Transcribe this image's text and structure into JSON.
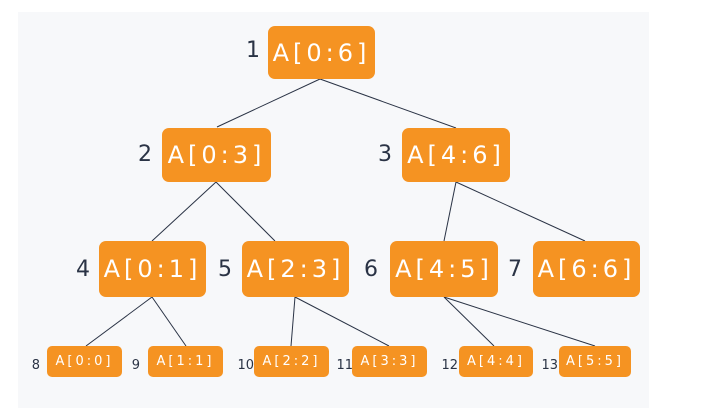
{
  "tree": {
    "nodes": [
      {
        "index": "1",
        "label": "A[0:6]"
      },
      {
        "index": "2",
        "label": "A[0:3]"
      },
      {
        "index": "3",
        "label": "A[4:6]"
      },
      {
        "index": "4",
        "label": "A[0:1]"
      },
      {
        "index": "5",
        "label": "A[2:3]"
      },
      {
        "index": "6",
        "label": "A[4:5]"
      },
      {
        "index": "7",
        "label": "A[6:6]"
      },
      {
        "index": "8",
        "label": "A[0:0]"
      },
      {
        "index": "9",
        "label": "A[1:1]"
      },
      {
        "index": "10",
        "label": "A[2:2]"
      },
      {
        "index": "11",
        "label": "A[3:3]"
      },
      {
        "index": "12",
        "label": "A[4:4]"
      },
      {
        "index": "13",
        "label": "A[5:5]"
      }
    ],
    "edges": [
      [
        "1",
        "2"
      ],
      [
        "1",
        "3"
      ],
      [
        "2",
        "4"
      ],
      [
        "2",
        "5"
      ],
      [
        "3",
        "6"
      ],
      [
        "3",
        "7"
      ],
      [
        "4",
        "8"
      ],
      [
        "4",
        "9"
      ],
      [
        "5",
        "10"
      ],
      [
        "5",
        "11"
      ],
      [
        "6",
        "12"
      ],
      [
        "6",
        "13"
      ]
    ],
    "colors": {
      "node_fill": "#f59322",
      "node_text": "#ffffff",
      "index_text": "#2a3345",
      "edge": "#2a3345",
      "background": "#f7f8fa"
    }
  }
}
